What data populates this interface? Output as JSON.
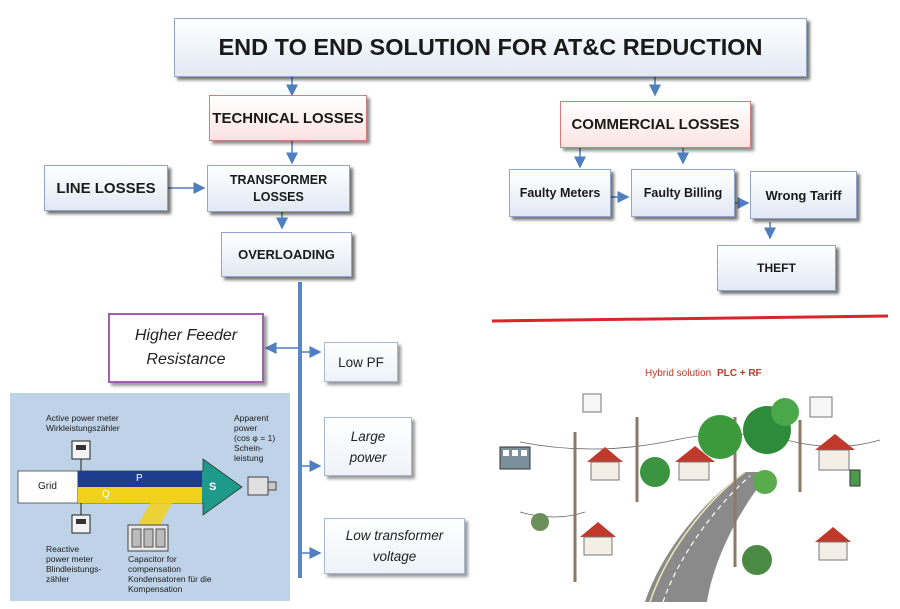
{
  "title": "END TO END SOLUTION FOR  AT&C  REDUCTION",
  "technical": {
    "heading": "TECHNICAL LOSSES",
    "line_losses": "LINE LOSSES",
    "transformer_losses": [
      "TRANSFORMER",
      "LOSSES"
    ],
    "overloading": "OVERLOADING",
    "higher_feeder": [
      "Higher Feeder",
      "Resistance"
    ],
    "low_pf": "Low PF",
    "large_power": [
      "Large",
      "power"
    ],
    "low_transformer": [
      "Low transformer",
      "voltage"
    ]
  },
  "commercial": {
    "heading": "COMMERCIAL LOSSES",
    "faulty_meters": "Faulty Meters",
    "faulty_billing": "Faulty Billing",
    "wrong_tariff": "Wrong Tariff",
    "theft": "THEFT"
  },
  "pf_panel": {
    "active_meter": [
      "Active power meter",
      "Wirkleistungszähler"
    ],
    "apparent_power": [
      "Apparent",
      "power",
      "(cos φ = 1)",
      "Schein-",
      "leistung"
    ],
    "grid": "Grid",
    "p": "P",
    "q": "Q",
    "s": "S",
    "reactive_meter": [
      "Reactive",
      "power meter",
      "Blindleistungs-",
      "zähler"
    ],
    "capacitor": [
      "Capacitor for",
      "compensation",
      "Kondensatoren für die",
      "Kompensation"
    ]
  },
  "hybrid": {
    "title": "Hybrid solution",
    "title_accent": "PLC + RF"
  },
  "colors": {
    "arrow": "#4f7fbf",
    "red_line": "#d8262a",
    "panel_bg": "#bfd3e8",
    "p_band": "#1f3d8f",
    "q_band": "#f2d11a",
    "s_band": "#1e9a8a"
  }
}
